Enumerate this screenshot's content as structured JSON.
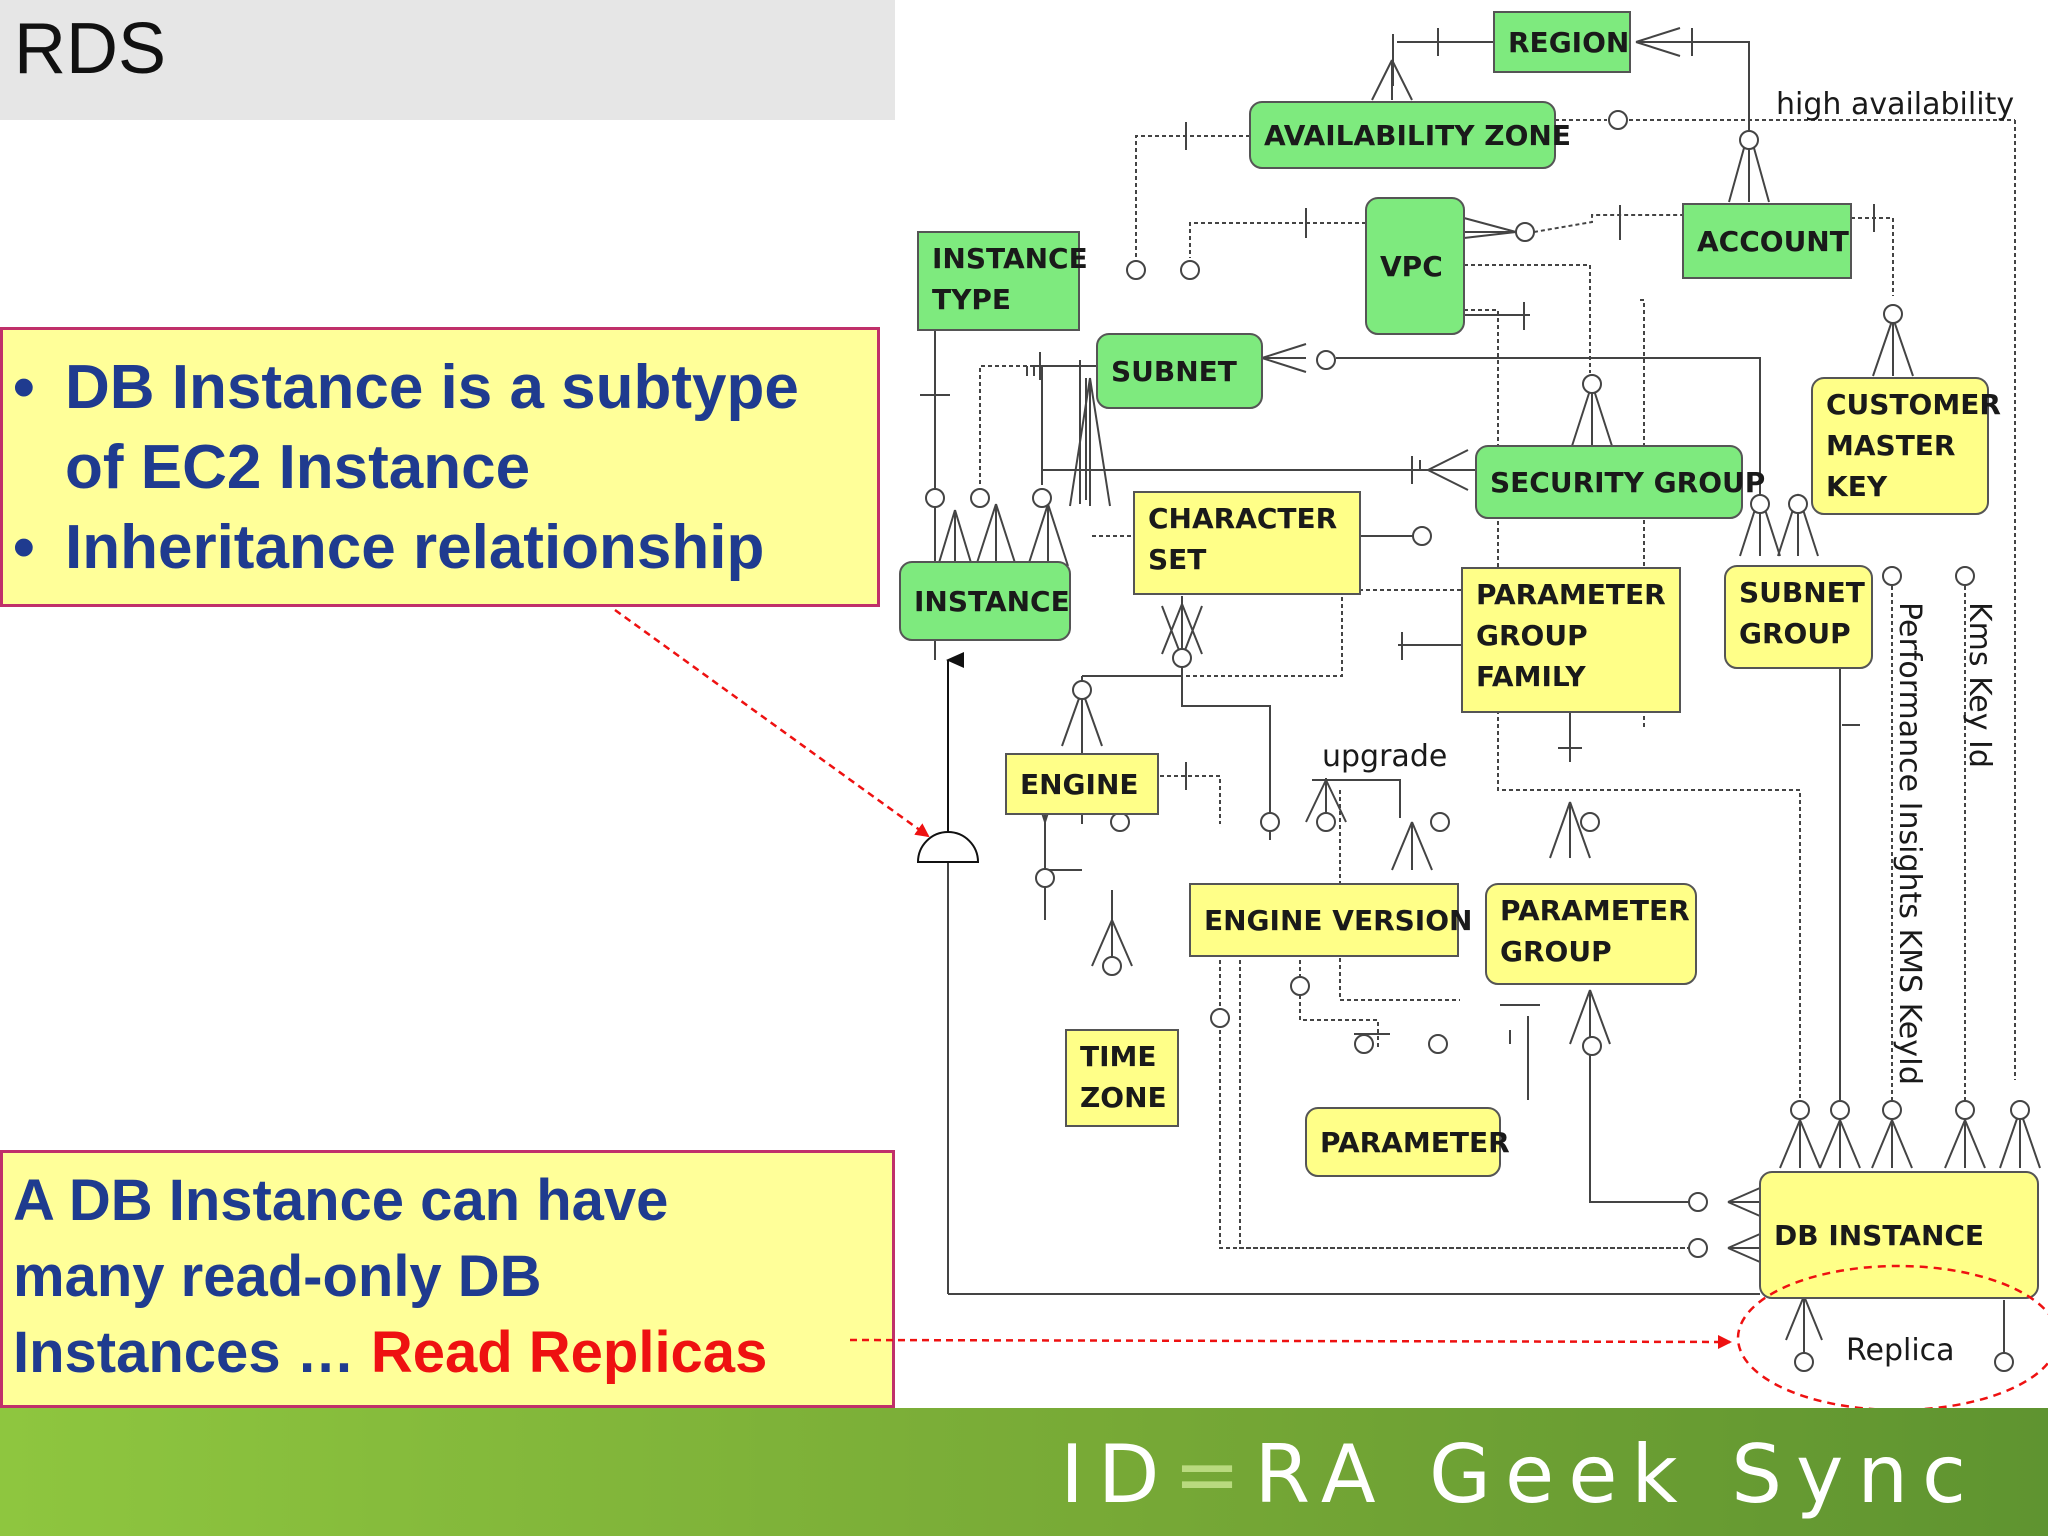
{
  "slide": {
    "title": "RDS",
    "callout_top": {
      "bullets": [
        "DB Instance is a subtype",
        "of EC2 Instance",
        "Inheritance relationship"
      ]
    },
    "callout_bottom": {
      "line1": "A DB Instance can have",
      "line2": "many read-only DB",
      "line3": "Instances …",
      "highlight": "Read Replicas"
    },
    "footer": {
      "brand_part1": "ID",
      "brand_mark": "=",
      "brand_part2": "RA Geek Sync"
    }
  },
  "diagram": {
    "entities": {
      "region": [
        "REGION"
      ],
      "availability_zone": [
        "AVAILABILITY ZONE"
      ],
      "vpc": [
        "VPC"
      ],
      "account": [
        "ACCOUNT"
      ],
      "instance_type": [
        "INSTANCE",
        "TYPE"
      ],
      "subnet": [
        "SUBNET"
      ],
      "customer_master_key": [
        "CUSTOMER",
        "MASTER",
        "KEY"
      ],
      "security_group": [
        "SECURITY GROUP"
      ],
      "instance": [
        "INSTANCE"
      ],
      "character_set": [
        "CHARACTER",
        "SET"
      ],
      "parameter_group_family": [
        "PARAMETER",
        "GROUP",
        "FAMILY"
      ],
      "subnet_group": [
        "SUBNET",
        "GROUP"
      ],
      "engine": [
        "ENGINE"
      ],
      "engine_version": [
        "ENGINE VERSION"
      ],
      "parameter_group": [
        "PARAMETER",
        "GROUP"
      ],
      "time_zone": [
        "TIME",
        "ZONE"
      ],
      "parameter": [
        "PARAMETER"
      ],
      "db_instance": [
        "DB INSTANCE"
      ]
    },
    "labels": {
      "high_availability": "high availability",
      "upgrade": "upgrade",
      "replica": "Replica",
      "performance_insights": "Performance Insights KMS KeyId",
      "kms_key_id": "Kms Key Id"
    },
    "colors": {
      "green_entity": "#7eea7e",
      "yellow_entity": "#ffff88",
      "annotation_red": "#ee1111",
      "callout_text": "#1f3b8f"
    }
  }
}
